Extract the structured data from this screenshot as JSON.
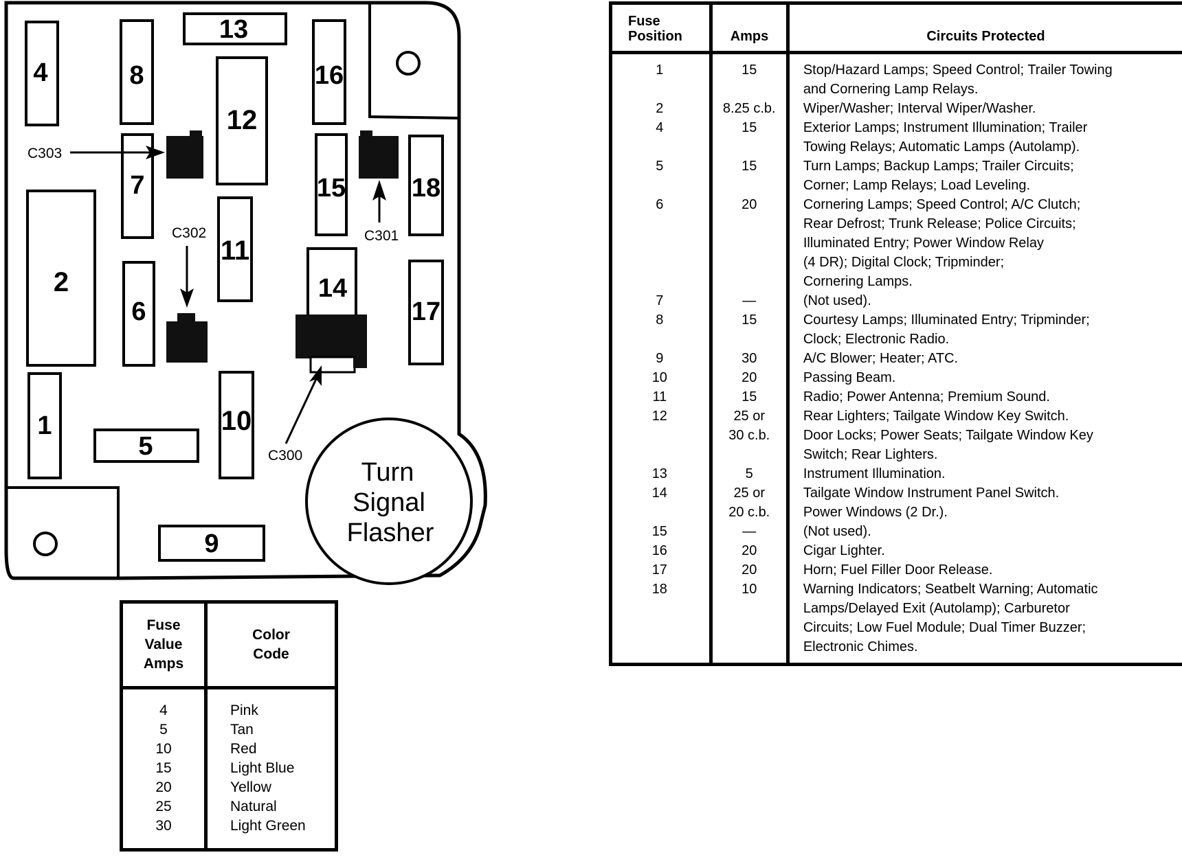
{
  "fuse_panel": {
    "fuse_labels": {
      "f1": "1",
      "f2": "2",
      "f4": "4",
      "f5": "5",
      "f6": "6",
      "f7": "7",
      "f8": "8",
      "f9": "9",
      "f10": "10",
      "f11": "11",
      "f12": "12",
      "f13": "13",
      "f14": "14",
      "f15": "15",
      "f16": "16",
      "f17": "17",
      "f18": "18"
    },
    "connectors": {
      "c300": "C300",
      "c301": "C301",
      "c302": "C302",
      "c303": "C303"
    },
    "flasher": {
      "line1": "Turn",
      "line2": "Signal",
      "line3": "Flasher"
    }
  },
  "color_table": {
    "header_amps": [
      "Fuse",
      "Value",
      "Amps"
    ],
    "header_color": [
      "Color",
      "Code"
    ],
    "rows": [
      {
        "amps": "4",
        "color": "Pink"
      },
      {
        "amps": "5",
        "color": "Tan"
      },
      {
        "amps": "10",
        "color": "Red"
      },
      {
        "amps": "15",
        "color": "Light Blue"
      },
      {
        "amps": "20",
        "color": "Yellow"
      },
      {
        "amps": "25",
        "color": "Natural"
      },
      {
        "amps": "30",
        "color": "Light Green"
      }
    ]
  },
  "circuit_table": {
    "header_position": [
      "Fuse",
      "Position"
    ],
    "header_amps": "Amps",
    "header_circuits": "Circuits Protected",
    "rows": [
      {
        "pos": "1",
        "amps": "15",
        "lines": [
          "Stop/Hazard Lamps; Speed Control; Trailer Towing",
          "and Cornering Lamp Relays."
        ]
      },
      {
        "pos": "2",
        "amps": "8.25 c.b.",
        "lines": [
          "Wiper/Washer; Interval Wiper/Washer."
        ]
      },
      {
        "pos": "4",
        "amps": "15",
        "lines": [
          "Exterior Lamps; Instrument Illumination; Trailer",
          "Towing Relays; Automatic Lamps (Autolamp)."
        ]
      },
      {
        "pos": "5",
        "amps": "15",
        "lines": [
          "Turn Lamps; Backup Lamps; Trailer Circuits;",
          "Corner; Lamp Relays; Load Leveling."
        ]
      },
      {
        "pos": "6",
        "amps": "20",
        "lines": [
          "Cornering Lamps; Speed Control; A/C Clutch;",
          "Rear Defrost; Trunk Release; Police Circuits;",
          "Illuminated Entry; Power Window Relay",
          "(4 DR); Digital Clock; Tripminder;",
          "Cornering Lamps."
        ]
      },
      {
        "pos": "7",
        "amps": "—",
        "lines": [
          "(Not used)."
        ]
      },
      {
        "pos": "8",
        "amps": "15",
        "lines": [
          "Courtesy Lamps; Illuminated Entry; Tripminder;",
          "Clock; Electronic Radio."
        ]
      },
      {
        "pos": "9",
        "amps": "30",
        "lines": [
          "A/C Blower; Heater; ATC."
        ]
      },
      {
        "pos": "10",
        "amps": "20",
        "lines": [
          "Passing Beam."
        ]
      },
      {
        "pos": "11",
        "amps": "15",
        "lines": [
          "Radio; Power Antenna; Premium Sound."
        ]
      },
      {
        "pos": "12",
        "amps": "25 or",
        "lines": [
          "Rear Lighters; Tailgate Window Key Switch."
        ]
      },
      {
        "pos": "",
        "amps": "30 c.b.",
        "lines": [
          "Door Locks; Power Seats; Tailgate Window Key",
          "Switch; Rear Lighters."
        ]
      },
      {
        "pos": "13",
        "amps": "5",
        "lines": [
          "Instrument Illumination."
        ]
      },
      {
        "pos": "14",
        "amps": "25 or",
        "lines": [
          "Tailgate Window Instrument Panel Switch."
        ]
      },
      {
        "pos": "",
        "amps": "20 c.b.",
        "lines": [
          "Power Windows (2 Dr.)."
        ]
      },
      {
        "pos": "15",
        "amps": "—",
        "lines": [
          "(Not used)."
        ]
      },
      {
        "pos": "16",
        "amps": "20",
        "lines": [
          "Cigar Lighter."
        ]
      },
      {
        "pos": "17",
        "amps": "20",
        "lines": [
          "Horn; Fuel Filler Door Release."
        ]
      },
      {
        "pos": "18",
        "amps": "10",
        "lines": [
          "Warning Indicators; Seatbelt Warning; Automatic",
          "Lamps/Delayed Exit (Autolamp); Carburetor",
          "Circuits; Low Fuel Module; Dual Timer Buzzer;",
          "Electronic Chimes."
        ]
      }
    ]
  }
}
